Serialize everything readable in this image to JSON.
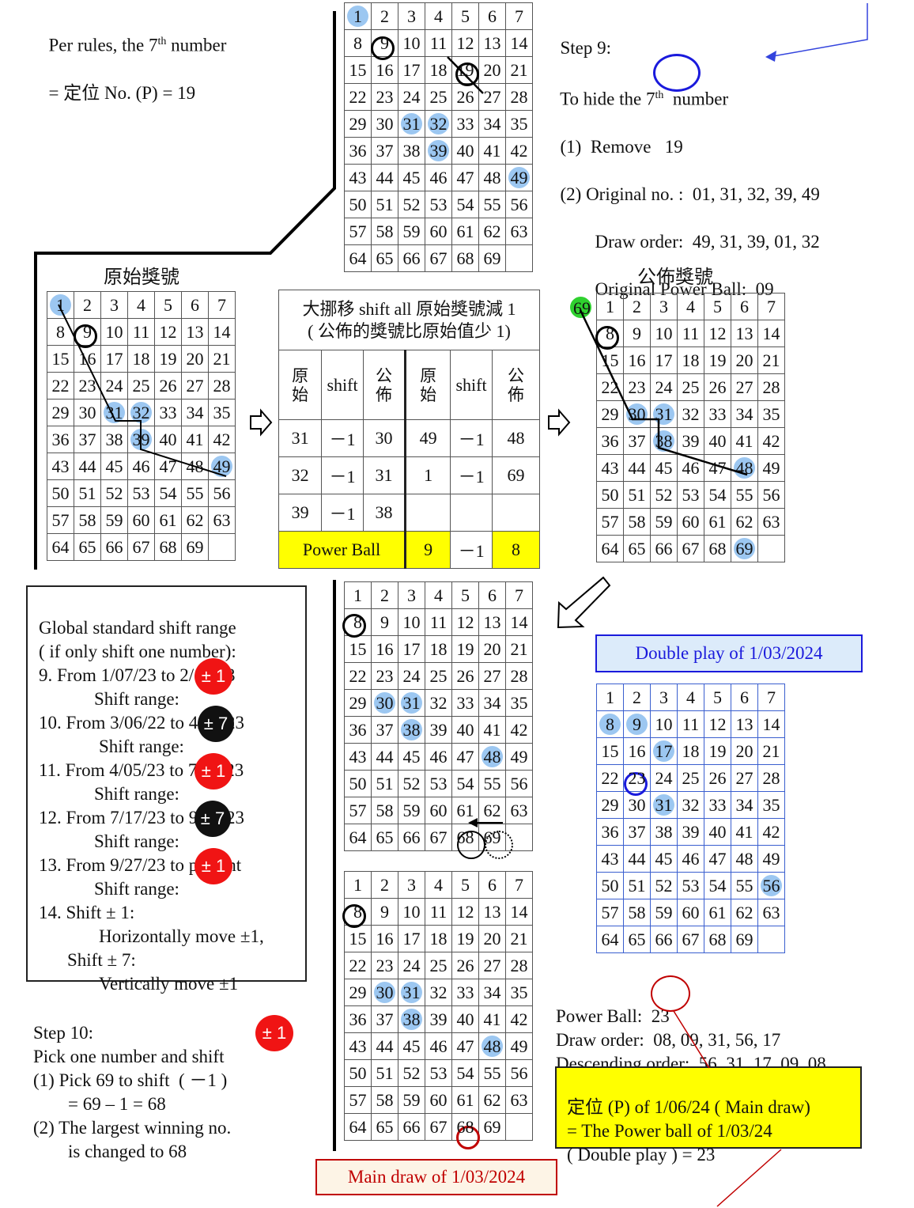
{
  "top_left": {
    "line1": "Per rules, the 7",
    "line1_sup": "th",
    "line1_end": " number",
    "line2": "= 定位 No. (P) = 19"
  },
  "step9": {
    "title": "Step 9:",
    "line1": "To hide the 7",
    "line1_sup": "th",
    "line1_end": "  number",
    "item1_prefix": "(1)  Remove",
    "item1_value": "19",
    "item2": "(2) Original no. :  01, 31, 32, 39, 49",
    "item3": "Draw order:  49, 31, 39, 01, 32",
    "item4": "Original Power Ball:  09"
  },
  "labels": {
    "original": "原始獎號",
    "published": "公佈獎號",
    "double_play": "Double play of 1/03/2024",
    "main_draw": "Main draw of 1/03/2024"
  },
  "grid_numbers": [
    "1",
    "2",
    "3",
    "4",
    "5",
    "6",
    "7",
    "8",
    "9",
    "10",
    "11",
    "12",
    "13",
    "14",
    "15",
    "16",
    "17",
    "18",
    "19",
    "20",
    "21",
    "22",
    "23",
    "24",
    "25",
    "26",
    "27",
    "28",
    "29",
    "30",
    "31",
    "32",
    "33",
    "34",
    "35",
    "36",
    "37",
    "38",
    "39",
    "40",
    "41",
    "42",
    "43",
    "44",
    "45",
    "46",
    "47",
    "48",
    "49",
    "50",
    "51",
    "52",
    "53",
    "54",
    "55",
    "56",
    "57",
    "58",
    "59",
    "60",
    "61",
    "62",
    "63",
    "64",
    "65",
    "66",
    "67",
    "68",
    "69"
  ],
  "grids": {
    "top": {
      "highlight": [
        1,
        31,
        32,
        39,
        49
      ]
    },
    "original": {
      "highlight": [
        1,
        31,
        32,
        39,
        49
      ]
    },
    "published": {
      "highlight": [
        30,
        31,
        38,
        48,
        69
      ],
      "green": [
        69
      ]
    },
    "middle": {
      "highlight": [
        30,
        31,
        38,
        48
      ]
    },
    "bottom": {
      "highlight": [
        30,
        31,
        38,
        48
      ]
    },
    "double": {
      "highlight": [
        8,
        9,
        17,
        31,
        56
      ]
    }
  },
  "shift_table": {
    "title1": "大挪移 shift all 原始獎號減 1",
    "title2": "( 公佈的獎號比原始值少 1)",
    "col_original_1": "原",
    "col_original_2": "始",
    "col_shift": "shift",
    "col_published_1": "公",
    "col_published_2": "佈",
    "rows": [
      {
        "o1": "31",
        "s1": "－1",
        "p1": "30",
        "o2": "49",
        "s2": "－1",
        "p2": "48"
      },
      {
        "o1": "32",
        "s1": "－1",
        "p1": "31",
        "o2": "1",
        "s2": "－1",
        "p2": "69"
      },
      {
        "o1": "39",
        "s1": "－1",
        "p1": "38",
        "o2": "",
        "s2": "",
        "p2": ""
      }
    ],
    "power_label": "Power Ball",
    "power_orig": "9",
    "power_shift": "－1",
    "power_pub": "8"
  },
  "shift_range": {
    "l1": "Global standard shift range",
    "l2": "( if only shift one number):",
    "l3": "9. From 1/07/23 to 2/13/23",
    "l4": "Shift range:",
    "l5": "10. From 3/06/22 to 4/03/23",
    "l6": "Shift range:",
    "l7": "11. From 4/05/23 to 7/15/23",
    "l8": "Shift range:",
    "l9": "12. From 7/17/23 to 9/25/23",
    "l10": "Shift range:",
    "l11": "13. From 9/27/23 to present",
    "l12": "Shift range:",
    "l13": "14. Shift ± 1:",
    "l14": "Horizontally move ±1,",
    "l15": "Shift ± 7:",
    "l16": "Vertically move ±1",
    "badge_pm1": "± 1",
    "badge_pm7": "± 7"
  },
  "step10": {
    "title": "Step 10:",
    "line1": "Pick one number and shift",
    "badge": "± 1",
    "line2": "(1) Pick 69 to shift  ( －1 )",
    "line3": "= 69 – 1 = 68",
    "line4": "(2) The largest winning no.",
    "line5": "is changed to 68"
  },
  "power_info": {
    "pb_label": "Power Ball:",
    "pb_value": "23",
    "draw_order": "Draw order:  08, 09, 31, 56, 17",
    "descending": "Descending order:  56, 31, 17, 09, 08"
  },
  "yellow_box": {
    "l1": "定位 (P) of 1/06/24 ( Main draw)",
    "l2": "= The Power ball of 1/03/24",
    "l3": "( Double play ) = 23"
  },
  "colors": {
    "highlight": "#9cc7f1",
    "green": "#2fd12f",
    "red": "#f01414",
    "yellow": "#ffff00",
    "blue": "#1a1adc",
    "darkred": "#c00000"
  }
}
